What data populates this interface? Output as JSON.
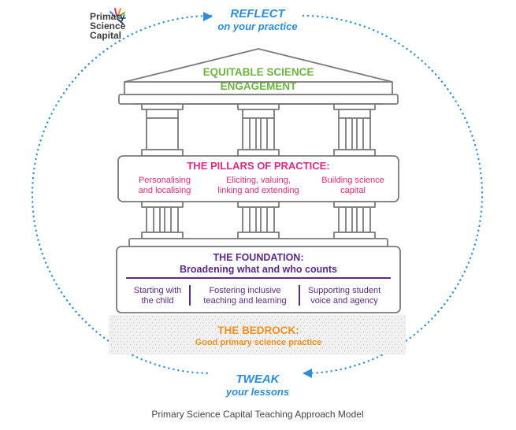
{
  "logo": {
    "line1": "Primary",
    "line2": "Science",
    "line3": "Capital"
  },
  "cycle": {
    "reflect_title": "REFLECT",
    "reflect_sub": "on your practice",
    "tweak_title": "TWEAK",
    "tweak_sub": "your lessons"
  },
  "roof": {
    "line1": "EQUITABLE SCIENCE",
    "line2": "ENGAGEMENT"
  },
  "pillars": {
    "title": "THE PILLARS OF PRACTICE:",
    "items": [
      {
        "line1": "Personalising",
        "line2": "and localising"
      },
      {
        "line1": "Eliciting, valuing,",
        "line2": "linking and extending"
      },
      {
        "line1": "Building science",
        "line2": "capital"
      }
    ]
  },
  "foundation": {
    "title": "THE FOUNDATION:",
    "subtitle": "Broadening what and who counts",
    "items": [
      {
        "line1": "Starting with",
        "line2": "the child"
      },
      {
        "line1": "Fostering inclusive",
        "line2": "teaching and learning"
      },
      {
        "line1": "Supporting student",
        "line2": "voice and agency"
      }
    ]
  },
  "bedrock": {
    "title": "THE BEDROCK:",
    "subtitle": "Good primary science practice"
  },
  "caption": "Primary Science Capital Teaching Approach Model",
  "colors": {
    "green": "#6db33f",
    "magenta": "#e0287f",
    "purple": "#5b2a86",
    "orange": "#f2911b",
    "blue": "#2c8ed6",
    "outline": "#7a7a7a"
  }
}
